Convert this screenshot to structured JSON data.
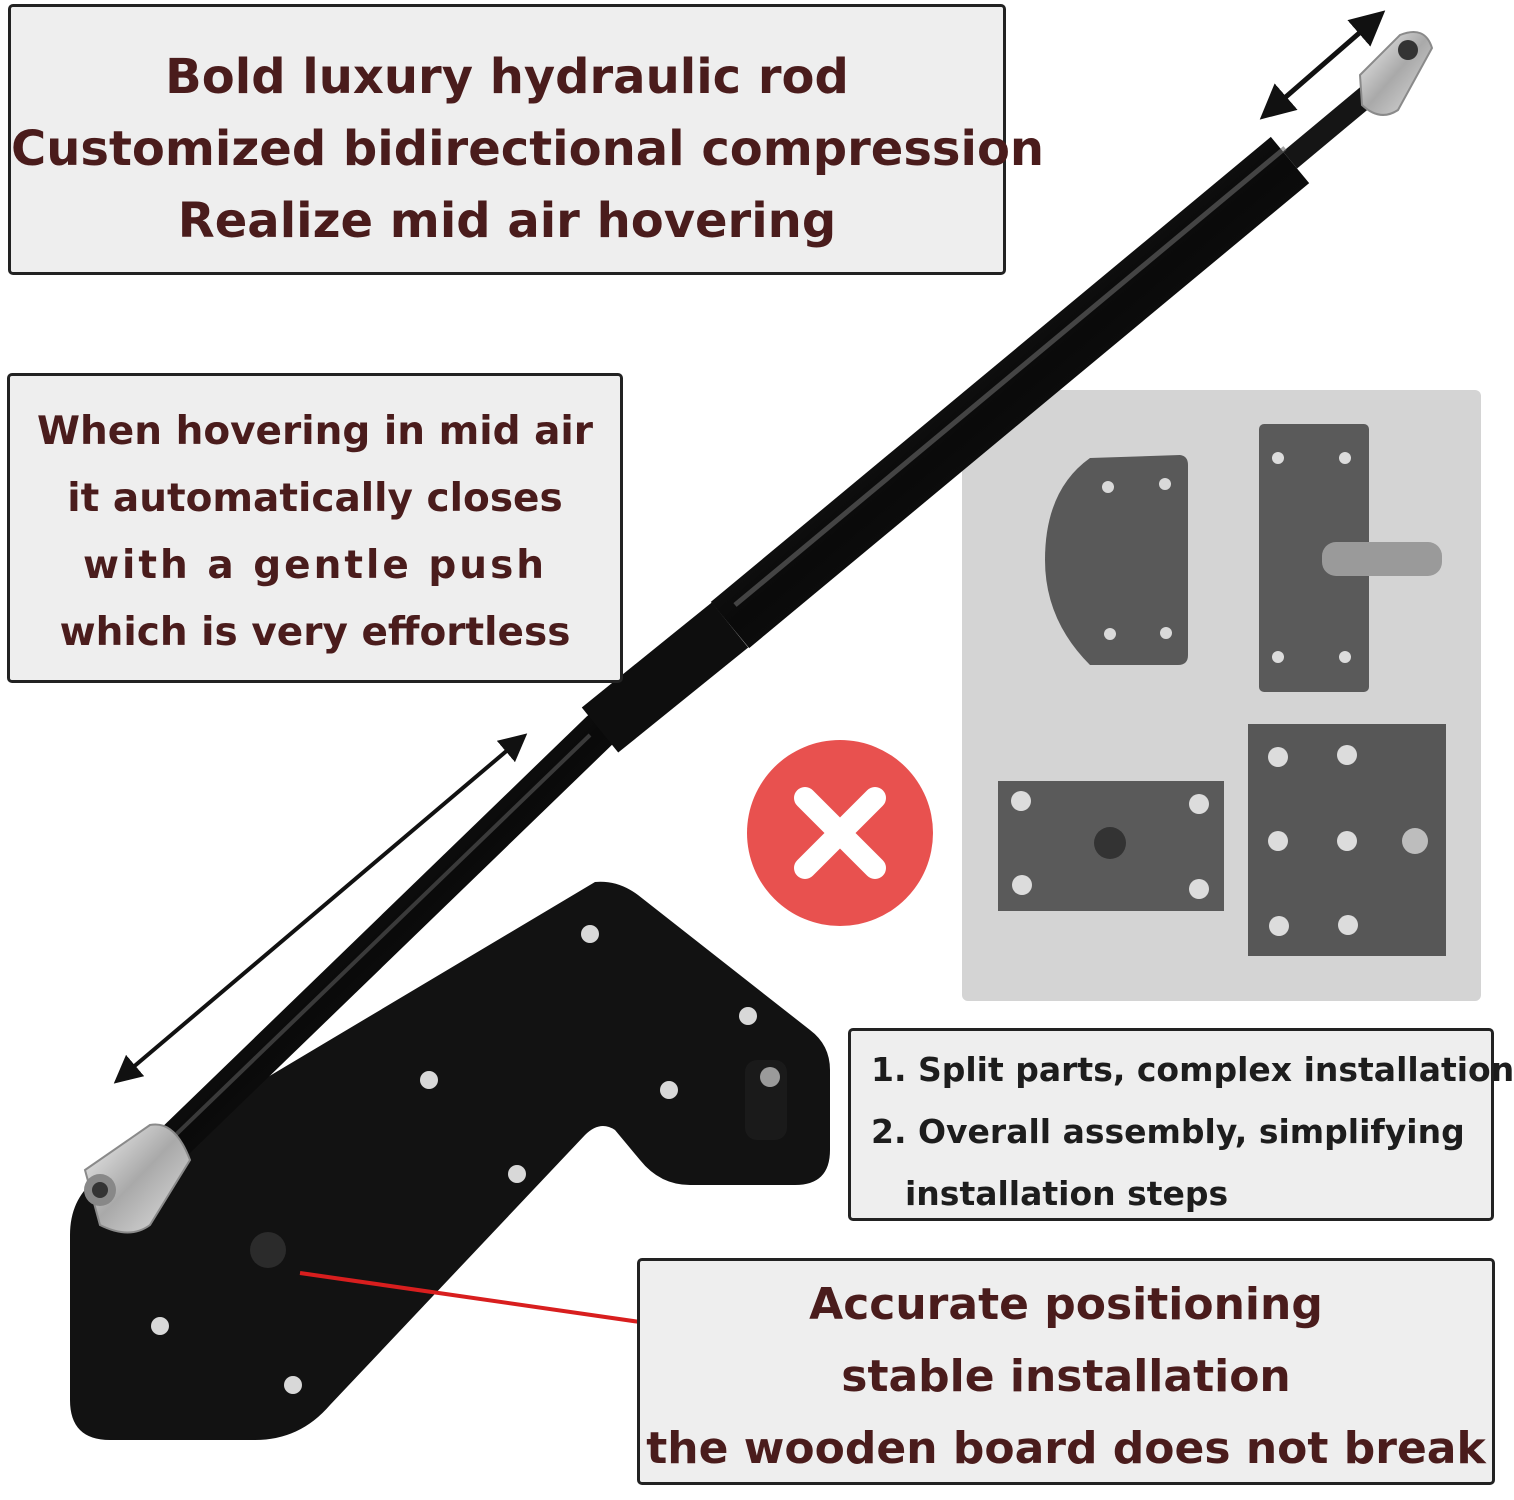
{
  "callouts": {
    "top": {
      "lines": [
        "Bold luxury hydraulic rod",
        "Customized bidirectional compression",
        "Realize mid air hovering"
      ]
    },
    "left": {
      "lines": [
        "When hovering in mid air",
        "it automatically closes",
        "with a gentle push",
        "which is very effortless"
      ]
    },
    "comparison": {
      "lines": [
        "1. Split parts, complex installation",
        "2. Overall assembly, simplifying",
        "installation steps"
      ]
    },
    "bottom": {
      "lines": [
        "Accurate positioning",
        "stable installation",
        "the wooden board does not break"
      ]
    }
  },
  "colors": {
    "callout_text": "#4a1c1c",
    "callout_bg": "#eeeeee",
    "cross_badge": "#e8514f",
    "pointer_line": "#d81e1e",
    "rod": "#0c0c0c"
  },
  "icons": {
    "cross_badge": "cross-icon",
    "double_arrow": "double-arrow-icon"
  }
}
